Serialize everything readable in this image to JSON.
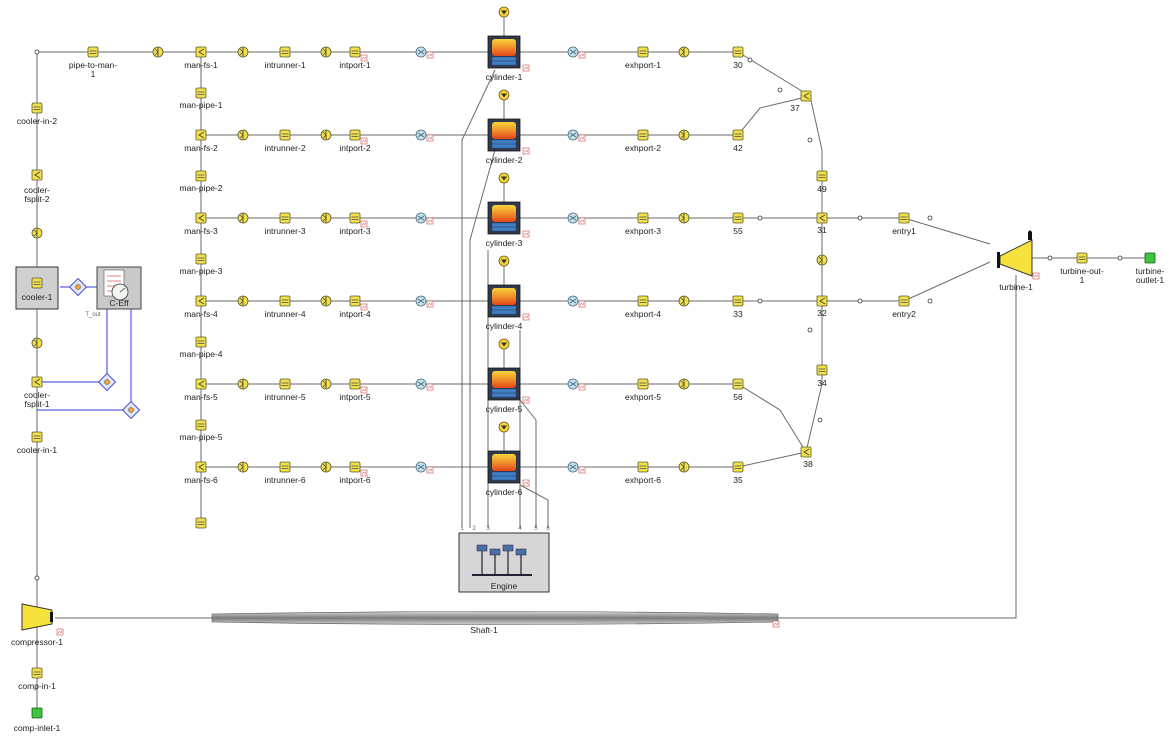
{
  "labels": {
    "pipe_to_man": [
      "pipe-to-man-",
      "1"
    ],
    "cooler_in_2": "cooler-in-2",
    "cooler_fsplit_2": [
      "cooler-",
      "fsplit-2"
    ],
    "cooler_1": "cooler-1",
    "c_eff": "C-Eff",
    "t_out": "T_out",
    "cooler_fsplit_1": [
      "cooler-",
      "fsplit-1"
    ],
    "cooler_in_1": "cooler-in-1",
    "compressor_1": "compressor-1",
    "comp_in_1": "comp-in-1",
    "comp_inlet_1": "comp-inlet-1",
    "man_pipes": [
      "man-pipe-1",
      "man-pipe-2",
      "man-pipe-3",
      "man-pipe-4",
      "man-pipe-5"
    ],
    "turbine_1": "turbine-1",
    "turbine_out_1": [
      "turbine-out-",
      "1"
    ],
    "turbine_outlet_1": [
      "turbine-",
      "outlet-1"
    ],
    "entry1": "entry1",
    "entry2": "entry2",
    "n30": "30",
    "n37": "37",
    "n42": "42",
    "n49": "49",
    "n31": "31",
    "n32": "32",
    "n34": "34",
    "n38": "38",
    "engine": "Engine",
    "shaft": "Shaft-1"
  },
  "rows": [
    {
      "mafs": "man-fs-1",
      "intrunner": "intrunner-1",
      "intport": "intport-1",
      "cylinder": "cylinder-1",
      "exhport": "exhport-1"
    },
    {
      "mafs": "man-fs-2",
      "intrunner": "intrunner-2",
      "intport": "intport-2",
      "cylinder": "cylinder-2",
      "exhport": "exhport-2"
    },
    {
      "mafs": "man-fs-3",
      "intrunner": "intrunner-3",
      "intport": "intport-3",
      "cylinder": "cylinder-3",
      "exhport": "exhport-3"
    },
    {
      "mafs": "man-fs-4",
      "intrunner": "intrunner-4",
      "intport": "intport-4",
      "cylinder": "cylinder-4",
      "exhport": "exhport-4"
    },
    {
      "mafs": "man-fs-5",
      "intrunner": "intrunner-5",
      "intport": "intport-5",
      "cylinder": "cylinder-5",
      "exhport": "exhport-5"
    },
    {
      "mafs": "man-fs-6",
      "intrunner": "intrunner-6",
      "intport": "intport-6",
      "cylinder": "cylinder-6",
      "exhport": "exhport-6"
    }
  ],
  "exhaust_nodes": [
    "30",
    "42",
    "55",
    "33",
    "56",
    "35"
  ],
  "engine_ports": [
    "1",
    "2",
    "3",
    "4",
    "5",
    "6"
  ],
  "colors": {
    "component_yellow": "#f2e04a",
    "turbo_yellow": "#f5e23c",
    "inlet_green": "#3ec43e",
    "signal_blue": "#3a3ad8",
    "cylinder_frame": "#2e3a4a",
    "flame_red": "#e84a1a",
    "engine_gray": "#d6d6d6"
  }
}
